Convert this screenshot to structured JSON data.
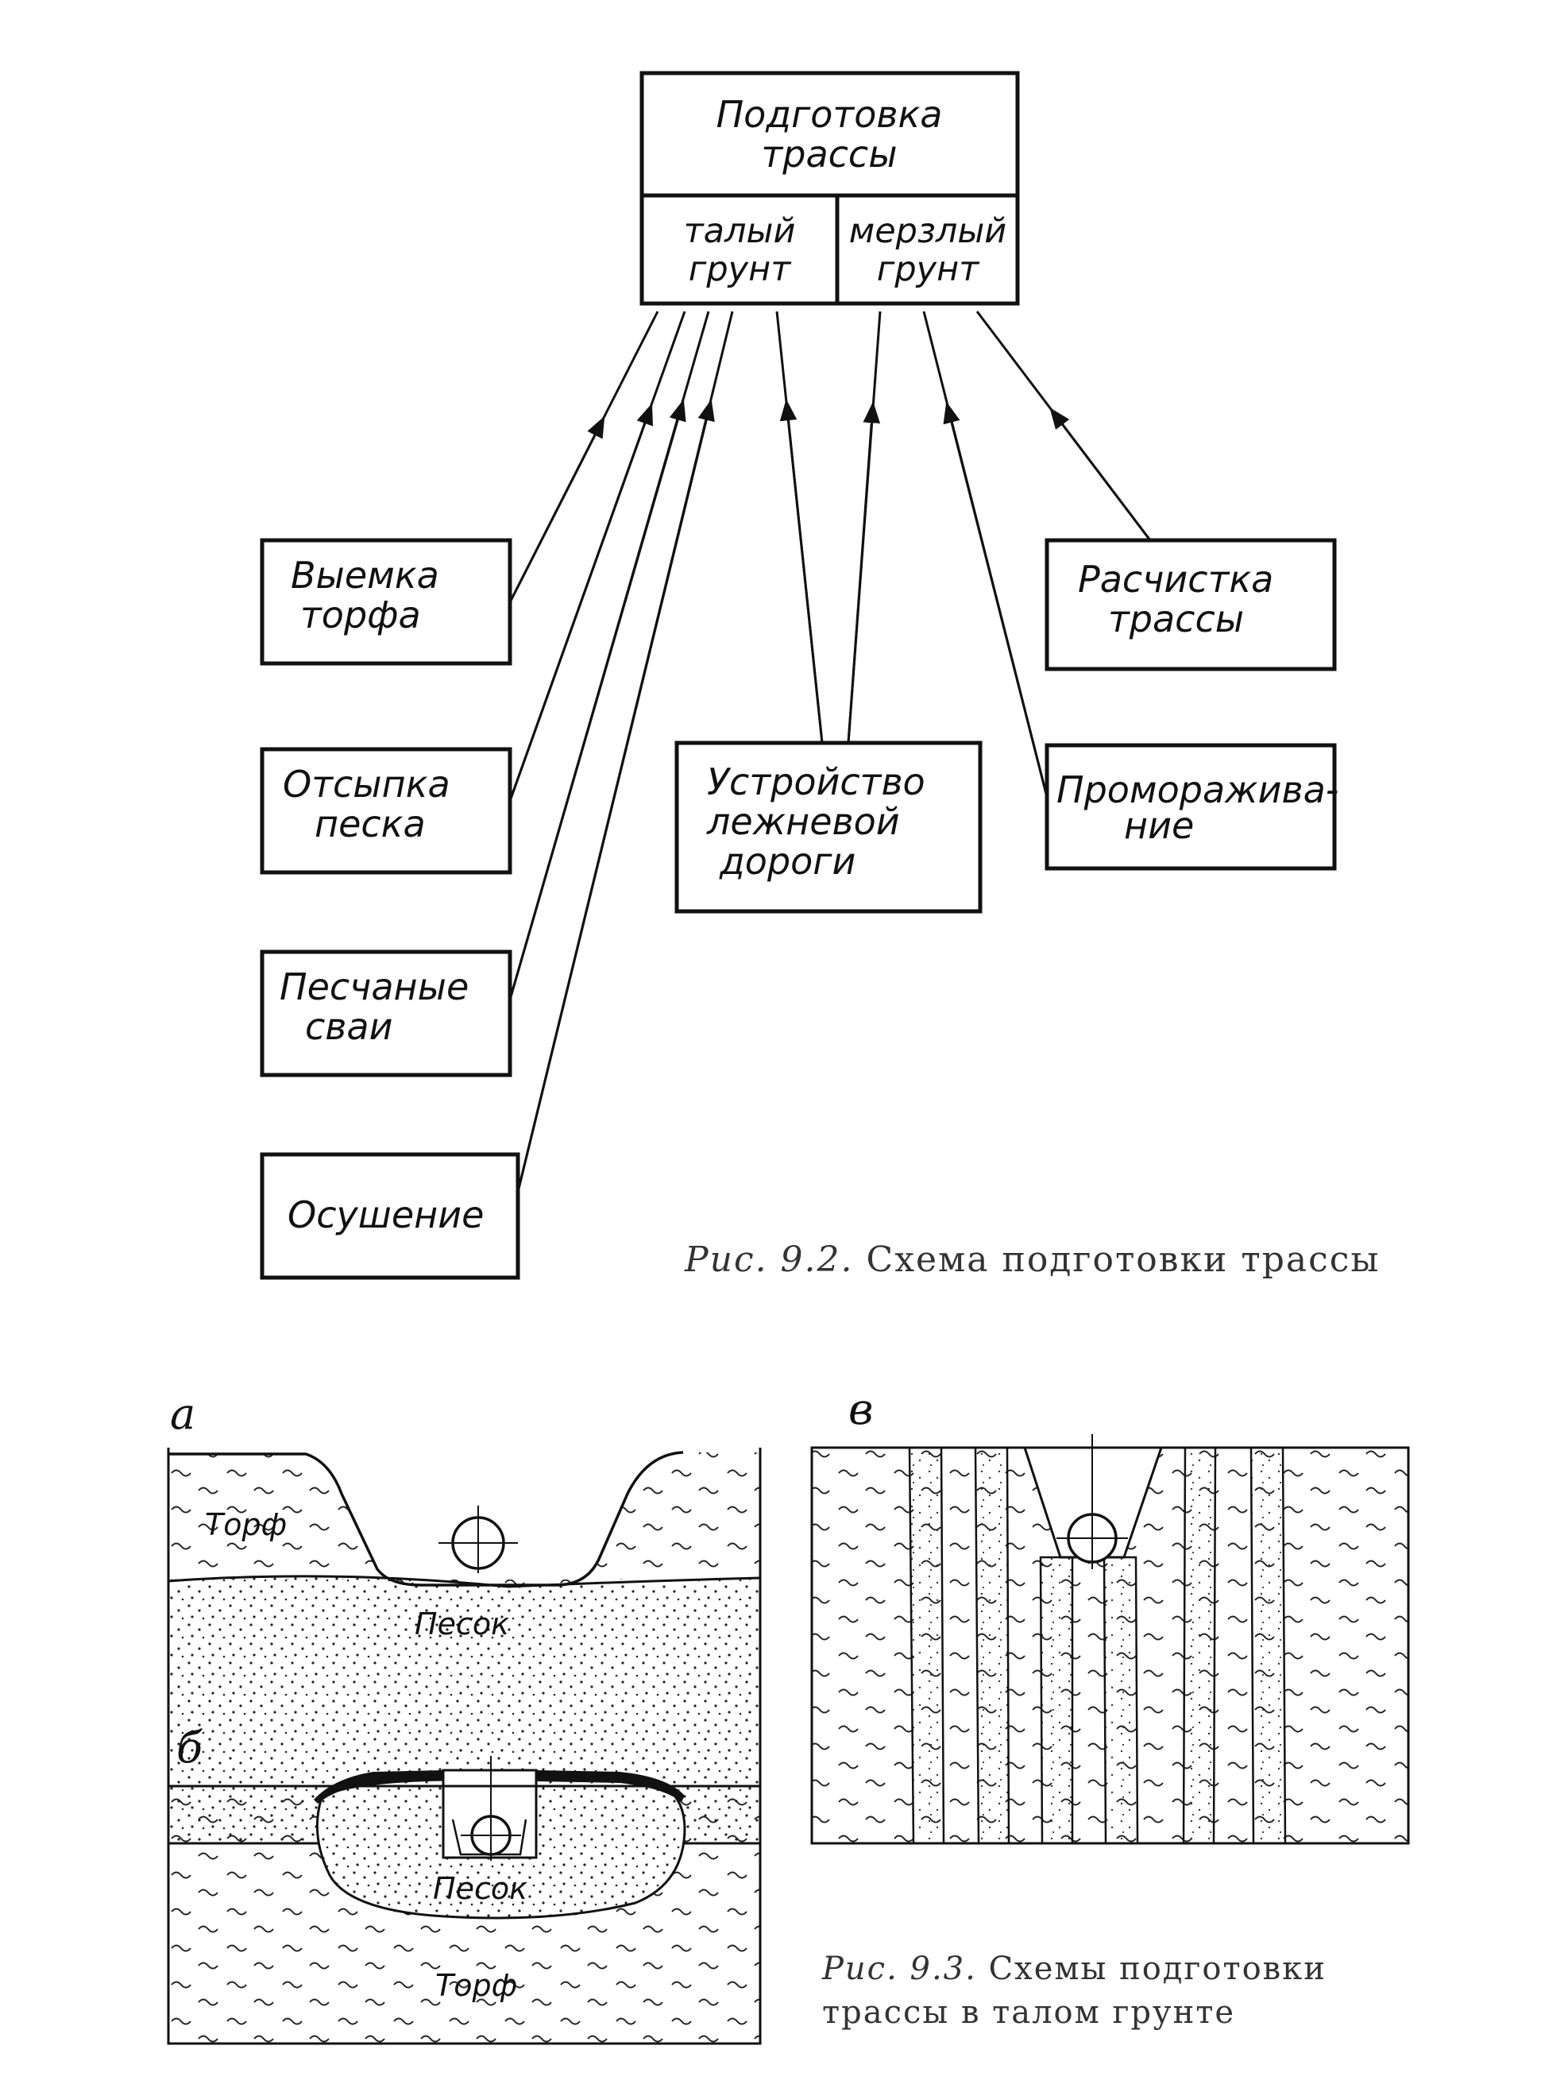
{
  "figure_9_2": {
    "root": {
      "title_line1": "Подготовка",
      "title_line2": "трассы",
      "left_line1": "талый",
      "left_line2": "грунт",
      "right_line1": "мерзлый",
      "right_line2": "грунт"
    },
    "boxes": {
      "peat_removal": [
        "Выемка",
        "торфа"
      ],
      "sand_fill": [
        "Отсыпка",
        "песка"
      ],
      "sand_piles": [
        "Песчаные",
        "сваи"
      ],
      "drainage": [
        "Осушение"
      ],
      "log_road": [
        "Устройство",
        "лежневой",
        "дороги"
      ],
      "clearing": [
        "Расчистка",
        "трассы"
      ],
      "freezing": [
        "Проморажива-",
        "ние"
      ]
    },
    "caption_prefix": "Рис. 9.2.",
    "caption_text": "Схема подготовки трассы"
  },
  "figure_9_3": {
    "panel_a": {
      "letter": "а",
      "label_top": "Торф",
      "label_bottom": "Песок"
    },
    "panel_b": {
      "letter": "б",
      "label_sand": "Песок",
      "label_peat": "Торф"
    },
    "panel_v": {
      "letter": "в"
    },
    "caption_prefix": "Рис. 9.3.",
    "caption_line1": "Схемы подготовки",
    "caption_line2": "трассы в талом грунте"
  }
}
